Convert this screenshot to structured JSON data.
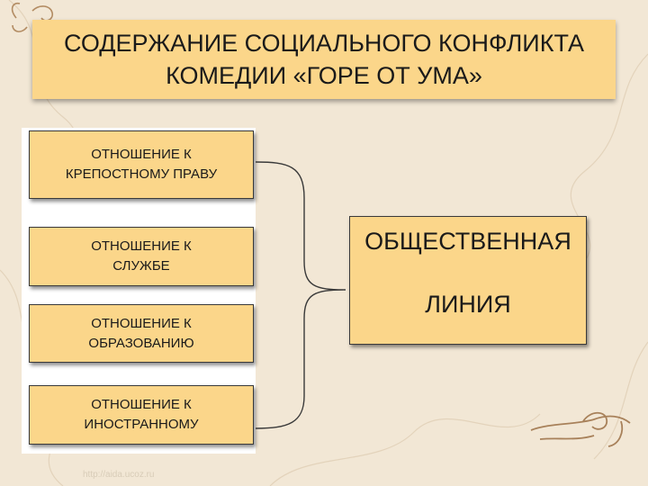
{
  "title": "СОДЕРЖАНИЕ СОЦИАЛЬНОГО КОНФЛИКТА\nКОМЕДИИ «ГОРЕ ОТ УМА»",
  "items": [
    {
      "label": "ОТНОШЕНИЕ К\nКРЕПОСТНОМУ ПРАВУ"
    },
    {
      "label": "ОТНОШЕНИЕ К\nСЛУЖБЕ"
    },
    {
      "label": "ОТНОШЕНИЕ К\nОБРАЗОВАНИЮ"
    },
    {
      "label": "ОТНОШЕНИЕ К\nИНОСТРАННОМУ"
    }
  ],
  "result": {
    "line1": "ОБЩЕСТВЕННАЯ",
    "line2": "ЛИНИЯ"
  },
  "footer_url": "http://aida.ucoz.ru",
  "colors": {
    "background": "#f2e7d5",
    "box_fill": "#fbd68a",
    "ornament": "#a8815a"
  }
}
